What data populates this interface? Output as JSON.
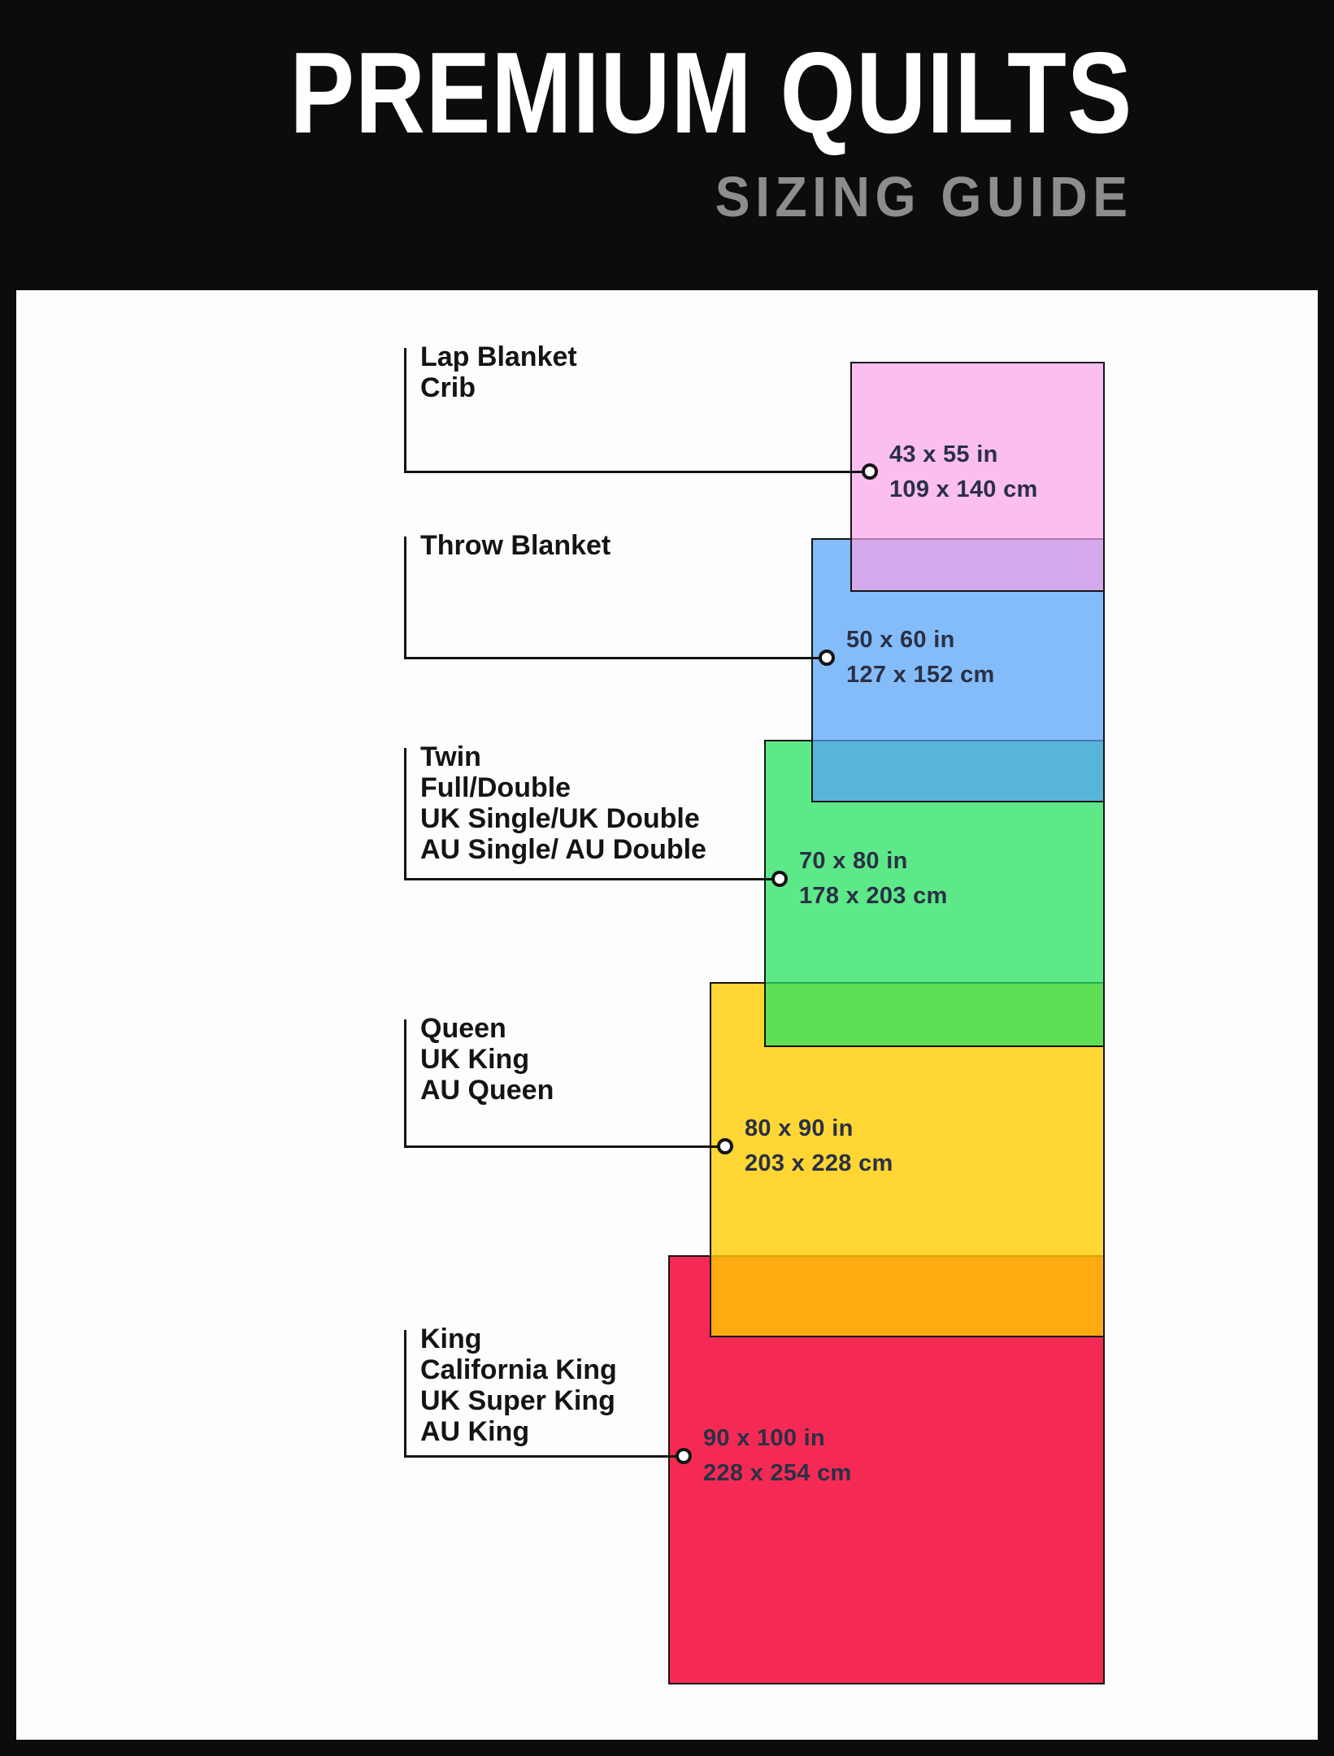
{
  "header": {
    "title": "PREMIUM QUILTS",
    "subtitle": "SIZING GUIDE"
  },
  "colors": {
    "frame": "#0c0c0c",
    "panel": "#fdfdfd",
    "title_text": "#ffffff",
    "subtitle_text": "#8d8d8d",
    "leader_line": "#141414",
    "name_text": "#141414",
    "dimension_text": "#2a3045",
    "rect_border": "#141414"
  },
  "sizes": [
    {
      "id": "lap-blanket-crib",
      "names": [
        "Lap Blanket",
        "Crib"
      ],
      "inches": "43 x 55 in",
      "cm": "109 x 140 cm",
      "fill": "rgba(248,162,232,0.70)"
    },
    {
      "id": "throw-blanket",
      "names": [
        "Throw Blanket"
      ],
      "inches": "50 x 60 in",
      "cm": "127 x 152 cm",
      "fill": "rgba(85,162,246,0.72)"
    },
    {
      "id": "twin-full-double",
      "names": [
        "Twin",
        "Full/Double",
        "UK Single/UK Double",
        "AU Single/ AU Double"
      ],
      "inches": "70 x 80 in",
      "cm": "178 x 203 cm",
      "fill": "rgba(40,226,98,0.75)"
    },
    {
      "id": "queen",
      "names": [
        "Queen",
        "UK King",
        "AU Queen"
      ],
      "inches": "80 x 90 in",
      "cm": "203 x 228 cm",
      "fill": "rgba(255,204,0,0.80)"
    },
    {
      "id": "king",
      "names": [
        "King",
        "California King",
        "UK Super King",
        "AU King"
      ],
      "inches": "90 x 100 in",
      "cm": "228 x 254 cm",
      "fill": "rgba(245,42,84,1)"
    }
  ]
}
